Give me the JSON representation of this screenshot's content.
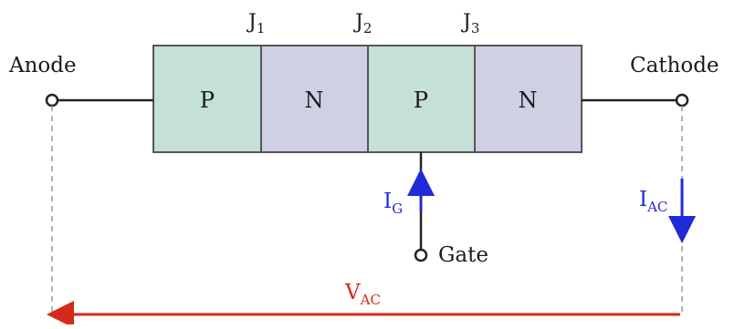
{
  "diagram": {
    "junctions": [
      {
        "main": "J",
        "sub": "1"
      },
      {
        "main": "J",
        "sub": "2"
      },
      {
        "main": "J",
        "sub": "3"
      }
    ],
    "segments": [
      {
        "letter": "P",
        "fill": "#c4e0d8"
      },
      {
        "letter": "N",
        "fill": "#cfd0e4"
      },
      {
        "letter": "P",
        "fill": "#c4e0d8"
      },
      {
        "letter": "N",
        "fill": "#cfd0e4"
      }
    ],
    "terminals": {
      "anode": "Anode",
      "cathode": "Cathode",
      "gate": "Gate"
    },
    "currents": {
      "gate": {
        "main": "I",
        "sub": "G"
      },
      "anode_cathode": {
        "main": "I",
        "sub": "AC"
      }
    },
    "voltage": {
      "main": "V",
      "sub": "AC"
    },
    "colors": {
      "current": "#1f2bd8",
      "voltage": "#d42a1a",
      "outline": "#555555",
      "wire": "#222222"
    }
  }
}
